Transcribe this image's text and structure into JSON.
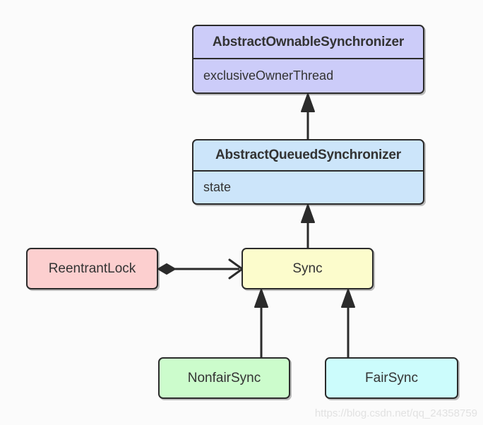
{
  "diagram": {
    "kind": "uml-class-diagram",
    "background_color": "#fbfbfb",
    "border_color": "#2b2b2b",
    "text_color": "#333333",
    "nodes": [
      {
        "id": "AbstractOwnableSynchronizer",
        "title": "AbstractOwnableSynchronizer",
        "attributes": [
          "exclusiveOwnerThread"
        ],
        "fill": "#ccccf9"
      },
      {
        "id": "AbstractQueuedSynchronizer",
        "title": "AbstractQueuedSynchronizer",
        "attributes": [
          "state"
        ],
        "fill": "#cce5fa"
      },
      {
        "id": "ReentrantLock",
        "title": "ReentrantLock",
        "attributes": [],
        "fill": "#fccfcf"
      },
      {
        "id": "Sync",
        "title": "Sync",
        "attributes": [],
        "fill": "#fcfccc"
      },
      {
        "id": "NonfairSync",
        "title": "NonfairSync",
        "attributes": [],
        "fill": "#ccfccc"
      },
      {
        "id": "FairSync",
        "title": "FairSync",
        "attributes": [],
        "fill": "#ccfcfc"
      }
    ],
    "edges": [
      {
        "from": "AbstractQueuedSynchronizer",
        "to": "AbstractOwnableSynchronizer",
        "type": "inheritance",
        "marker": "filled-triangle"
      },
      {
        "from": "Sync",
        "to": "AbstractQueuedSynchronizer",
        "type": "inheritance",
        "marker": "filled-triangle"
      },
      {
        "from": "ReentrantLock",
        "to": "Sync",
        "type": "composition",
        "marker": "filled-diamond-and-open-arrow"
      },
      {
        "from": "NonfairSync",
        "to": "Sync",
        "type": "inheritance",
        "marker": "filled-triangle"
      },
      {
        "from": "FairSync",
        "to": "Sync",
        "type": "inheritance",
        "marker": "filled-triangle"
      }
    ]
  },
  "watermark": {
    "text": "https://blog.csdn.net/qq_24358759",
    "color": "#e2e2e2"
  }
}
